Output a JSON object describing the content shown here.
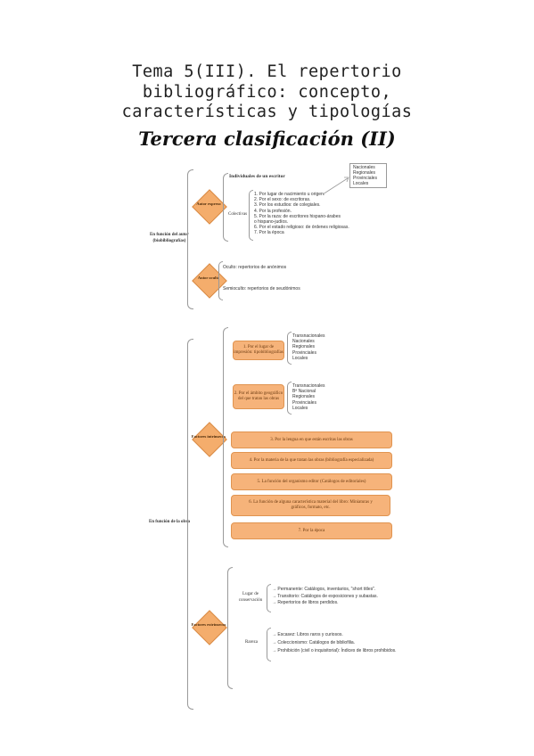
{
  "header": {
    "title_lines": [
      "Tema 5(III). El repertorio",
      "bibliográfico: concepto,",
      "características y tipologías"
    ],
    "subtitle": "Tercera clasificación (II)"
  },
  "autor": {
    "label": "En función del autor (biobibliografías)",
    "factor_expreso": "Autor expreso",
    "factor_oculto": "Autor oculto",
    "individuales": "Individuales de un escritor",
    "colectivas": "Colectivas",
    "colectivas_items": [
      "1. Por lugar de nacimiento u origen.",
      "2. Por el sexo: de escritoras.",
      "3. Por los estudios: de colegiales.",
      "4. Por la profesión.",
      "5. Por la raza: de escritores hispano-árabes",
      "o hispano-judíos.",
      "6. Por el estado religioso: de órdenes religiosas.",
      "7. Por la época"
    ],
    "lugar_items": [
      "Nacionales",
      "Regionales",
      "Provinciales",
      "Locales"
    ],
    "oculto_items": [
      "Oculto: repertorios de anónimos",
      "Semioculto: repertorios de seudónimos"
    ]
  },
  "obra": {
    "label": "En función de la obra",
    "factores_intrinsecos": "Factores intrínsecos",
    "factores_extrinsecos": "Factores extrínsecos",
    "lugar_impresion": "1. Por el lugar de impresión: tipobibliografías",
    "lugar_impresion_items": [
      "Transnacionales",
      "Nacionales",
      "Regionales",
      "Provinciales",
      "Locales"
    ],
    "ambito_geografico": "2. Por el ámbito geográfico del que tratan las obras",
    "ambito_items": [
      "Transnacionales",
      "Bª Nacional",
      "Regionales",
      "Provinciales",
      "Locales"
    ],
    "boxes": [
      "3. Por la lengua en que están escritas las obras",
      "4. Por la materia de la que tratan las obras (bibliografía especializada)",
      "5. La función del organismo editor (Catálogos de editoriales)",
      "6. La función de alguna característica material del libro: Miniaturas y gráficos, formato, etc.",
      "7. Por la época"
    ],
    "lugar_conservacion": "Lugar de conservación",
    "conservacion_items": [
      "→ Permanente: Catálogos, inventarios, \"short titles\".",
      "→ Transitorio: Catálogos de exposiciones y subastas.",
      "→ Repertorios de libros perdidos."
    ],
    "rareza": "Rareza",
    "rareza_items": [
      "→ Escasez: Libros raros y curiosos.",
      "→ Coleccionismo: Catálogos de bibliofilia.",
      "→ Prohibición (civil o inquisitorial): Índices de libros prohibidos."
    ]
  }
}
